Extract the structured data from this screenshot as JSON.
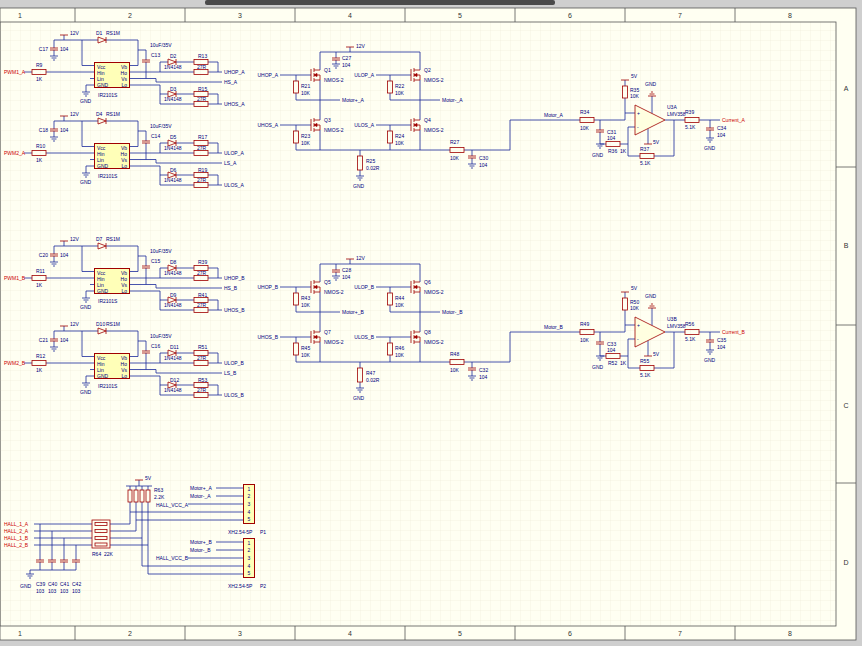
{
  "diagram": {
    "nodes": [
      {
        "text": [
          "Vcc",
          "Vb",
          "Hin",
          "Ho",
          "Lin",
          "Vs",
          "GND",
          "Lo"
        ]
      },
      {
        "text": [
          "Vcc",
          "Vb",
          "Hin",
          "Ho",
          "Lin",
          "Vs",
          "GND",
          "Lo"
        ]
      },
      {
        "text": [
          "Vcc",
          "Vb",
          "Hin",
          "Ho",
          "Lin",
          "Vs",
          "GND",
          "Lo"
        ]
      },
      {
        "text": [
          "Vcc",
          "Vb",
          "Hin",
          "Ho",
          "Lin",
          "Vs",
          "GND",
          "Lo"
        ]
      },
      {
        "text": [
          "1",
          "2",
          "3",
          "4",
          "5"
        ]
      },
      {
        "text": [
          "1",
          "2",
          "3",
          "4",
          "5"
        ]
      }
    ],
    "labels": [
      "1",
      "2",
      "3",
      "4",
      "5",
      "6",
      "7",
      "8",
      "1",
      "2",
      "3",
      "4",
      "5",
      "6",
      "7",
      "8",
      "A",
      "B",
      "C",
      "D",
      "PWM1_A",
      "R9",
      "1K",
      "C17",
      "12V",
      "104",
      "GND",
      "D1",
      "RS1M",
      "IR2101S",
      "C13",
      "10uF/35V",
      "D2",
      "1N4148",
      "R13",
      "27R",
      "UHOP_A",
      "HS_A",
      "D3",
      "1N4148",
      "R15",
      "27R",
      "UHOS_A",
      "PWM2_A",
      "R10",
      "1K",
      "C18",
      "12V",
      "104",
      "GND",
      "D4",
      "RS1M",
      "IR2101S",
      "C14",
      "10uF/35V",
      "D5",
      "1N4148",
      "R17",
      "27R",
      "ULOP_A",
      "LS_A",
      "D6",
      "1N4148",
      "R19",
      "27R",
      "ULOS_A",
      "PWM1_B",
      "R11",
      "1K",
      "C20",
      "12V",
      "104",
      "GND",
      "D7",
      "RS1M",
      "IR2101S",
      "C15",
      "10uF/35V",
      "D8",
      "1N4148",
      "R39",
      "27R",
      "UHOP_B",
      "HS_B",
      "D9",
      "1N4148",
      "R41",
      "27R",
      "UHOS_B",
      "PWM2_B",
      "R12",
      "1K",
      "C21",
      "12V",
      "104",
      "GND",
      "D10",
      "RS1M",
      "IR2101S",
      "C16",
      "10uF/35V",
      "D11",
      "1N4148",
      "R51",
      "27R",
      "ULOP_B",
      "LS_B",
      "D12",
      "1N4148",
      "R53",
      "27R",
      "ULOS_B",
      "12V",
      "C27",
      "104",
      "UHOP_A",
      "Q1",
      "NMOS-2",
      "R21",
      "10K",
      "ULOP_A",
      "Q2",
      "NMOS-2",
      "R22",
      "10K",
      "Motor+_A",
      "Motor-_A",
      "UHOS_A",
      "Q3",
      "NMOS-2",
      "R23",
      "10K",
      "ULOS_A",
      "Q4",
      "NMOS-2",
      "R24",
      "10K",
      "R25",
      "0.02R",
      "GND",
      "R27",
      "10K",
      "C30",
      "104",
      "12V",
      "C28",
      "104",
      "UHOP_B",
      "Q5",
      "NMOS-2",
      "R43",
      "10K",
      "ULOP_B",
      "Q6",
      "NMOS-2",
      "R44",
      "10K",
      "Motor+_B",
      "Motor-_B",
      "UHOS_B",
      "Q7",
      "NMOS-2",
      "R45",
      "10K",
      "ULOS_B",
      "Q8",
      "NMOS-2",
      "R46",
      "10K",
      "R47",
      "0.02R",
      "GND",
      "R48",
      "10K",
      "C32",
      "104",
      "Motor_A",
      "R34",
      "10K",
      "C31",
      "104",
      "5V",
      "R35",
      "10K",
      "GND",
      "+",
      "-",
      "U3A",
      "LMV358",
      "5V",
      "GND",
      "R36",
      "1K",
      "R37",
      "5.1K",
      "R39",
      "5.1K",
      "C34",
      "104",
      "GND",
      "Current_A",
      "Motor_B",
      "R49",
      "10K",
      "C33",
      "104",
      "5V",
      "R50",
      "10K",
      "GND",
      "+",
      "-",
      "U3B",
      "LMV358",
      "5V",
      "GND",
      "R52",
      "1K",
      "R55",
      "5.1K",
      "R56",
      "5.1K",
      "C35",
      "104",
      "GND",
      "Current_B",
      "5V",
      "R63",
      "2.2K",
      "Motor+_A",
      "Motor-_A",
      "HALL_VCC_A",
      "XH2.54-5P",
      "P1",
      "Motor+_B",
      "Motor-_B",
      "HALL_VCC_B",
      "XH2.54-5P",
      "P2",
      "HALL_1_A",
      "HALL_2_A",
      "HALL_1_B",
      "HALL_2_B",
      "R64",
      "22K",
      "C39",
      "C40",
      "C41",
      "C42",
      "103",
      "103",
      "103",
      "103",
      "GND"
    ]
  }
}
